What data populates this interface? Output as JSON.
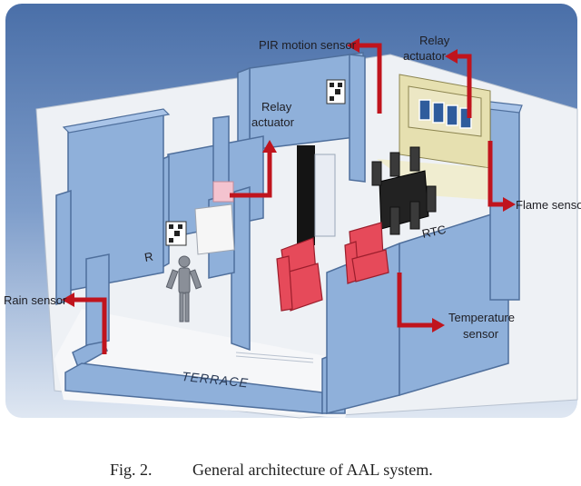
{
  "labels": {
    "pir_motion_sensor": "PIR motion sensor",
    "relay_actuator_right_l1": "Relay",
    "relay_actuator_right_l2": "actuator",
    "relay_actuator_left_l1": "Relay",
    "relay_actuator_left_l2": "actuator",
    "flame_sensor": "Flame sensor",
    "rain_sensor": "Rain sensor",
    "temperature_sensor_l1": "Temperature",
    "temperature_sensor_l2": "sensor",
    "terrace": "TERRACE",
    "room_mark_right": "RTC",
    "room_mark_left": "R"
  },
  "caption": {
    "fig_number": "Fig. 2.",
    "text": "General architecture of AAL system."
  },
  "colors": {
    "walls": "#8fb0da",
    "arrows": "#c0141d",
    "sofas": "#e64a5a",
    "sky_background": "#5a7fb8"
  }
}
